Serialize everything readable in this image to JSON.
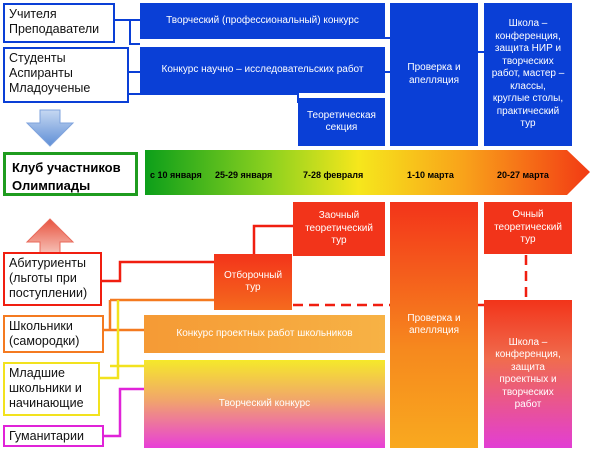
{
  "categories_top": [
    {
      "label": "Учителя\nПреподаватели"
    },
    {
      "label": "Студенты\nАспиранты\nМладоученые"
    }
  ],
  "club": "Клуб участников\nОлимпиады",
  "categories_bottom": [
    {
      "label": "Абитуриенты\n(льготы при\nпоступлении)"
    },
    {
      "label": "Школьники\n(самородки)"
    },
    {
      "label": "Младшие\nшкольники и\nначинающие"
    },
    {
      "label": "Гуманитарии"
    }
  ],
  "top_boxes": {
    "creative_contest": "Творческий (профессиональный) конкурс",
    "research_contest": "Конкурс научно – исследовательских работ",
    "theory_section": "Теоретическая\nсекция",
    "review_top": "Проверка и\nапелляция",
    "school_top": "Школа –\nконференция,\nзащита НИР и\nтворческих\nработ, мастер –\nклассы,\nкруглые столы,\nпрактический\nтур"
  },
  "timeline": [
    "с 10 января",
    "25-29 января",
    "7-28 февраля",
    "1-10 марта",
    "20-27 марта"
  ],
  "bottom_boxes": {
    "correspondence": "Заочный\nтеоретический\nтур",
    "qualifier": "Отборочный\nтур",
    "review_bottom": "Проверка и\nапелляция",
    "in_person": "Очный\nтеоретический\nтур",
    "school_projects": "Конкурс проектных работ школьников",
    "creative_bottom": "Творческий конкурс",
    "school_bottom": "Школа –\nконференция,\nзащита\nпроектных и\nтворческих\nработ"
  },
  "colors": {
    "blue": "#0a3fd6",
    "red": "#f01e10",
    "orange": "#f47a20",
    "yellow": "#f2e21e",
    "magenta": "#e023d8",
    "green": "#1f9c1f"
  }
}
